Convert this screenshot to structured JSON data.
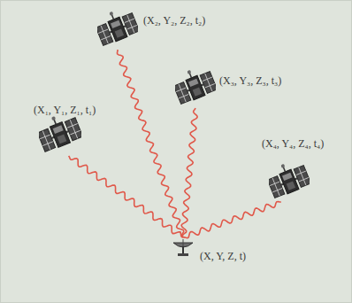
{
  "diagram": {
    "nodes": [
      {
        "text": [
          "(X₂, Y₂, Z₂, t₂)"
        ]
      },
      {
        "text": [
          "(X₃, Y₃, Z₃, t₃)"
        ]
      },
      {
        "text": [
          "(X₁, Y₁, Z₁, t₁)"
        ]
      },
      {
        "text": [
          "(X₄, Y₄, Z₄, t₄)"
        ]
      },
      {
        "text": [
          "(X, Y, Z, t)"
        ]
      }
    ],
    "edges": [
      {
        "from": 0,
        "to": 4,
        "arrow": "none"
      },
      {
        "from": 1,
        "to": 4,
        "arrow": "none"
      },
      {
        "from": 2,
        "to": 4,
        "arrow": "none"
      },
      {
        "from": 3,
        "to": 4,
        "arrow": "none"
      }
    ]
  }
}
